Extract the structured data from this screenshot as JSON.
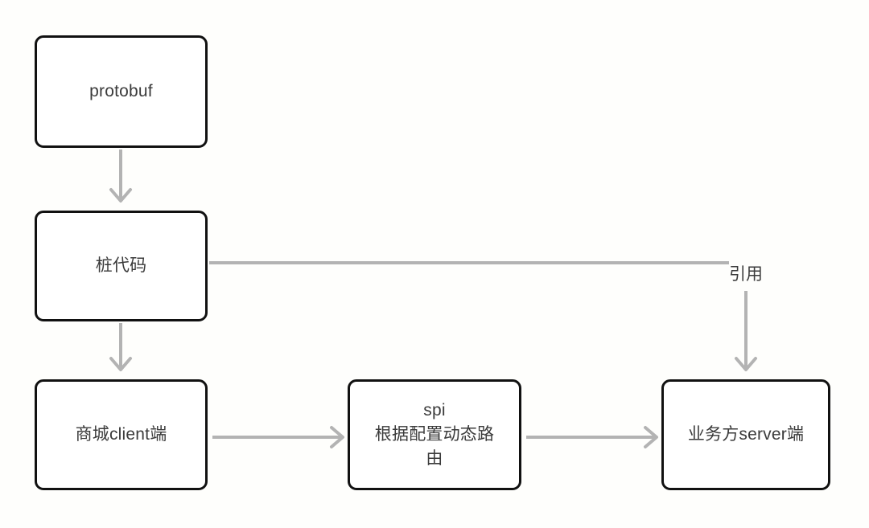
{
  "diagram": {
    "title": "protobuf stub code SPI routing flow",
    "background_color": "#fefefc",
    "node_border_color": "#111111",
    "node_fill_color": "#ffffff",
    "text_color": "#3b3b3b",
    "connector_color": "#b3b3b3",
    "nodes": [
      {
        "id": "protobuf",
        "label": "protobuf"
      },
      {
        "id": "stub_code",
        "label": "桩代码"
      },
      {
        "id": "mall_client",
        "label": "商城client端"
      },
      {
        "id": "spi",
        "label": "spi\n根据配置动态路\n由"
      },
      {
        "id": "business_server",
        "label": "业务方server端"
      }
    ],
    "edges": [
      {
        "from": "protobuf",
        "to": "stub_code",
        "label": "",
        "direction": "down"
      },
      {
        "from": "stub_code",
        "to": "mall_client",
        "label": "",
        "direction": "down"
      },
      {
        "from": "stub_code",
        "to": "business_server",
        "label": "引用",
        "direction": "right-then-down"
      },
      {
        "from": "mall_client",
        "to": "spi",
        "label": "",
        "direction": "right"
      },
      {
        "from": "spi",
        "to": "business_server",
        "label": "",
        "direction": "right"
      }
    ],
    "labels": {
      "reference": "引用"
    },
    "watermarks": {
      "mark_1": "",
      "mark_2": "",
      "mark_3": ""
    }
  }
}
